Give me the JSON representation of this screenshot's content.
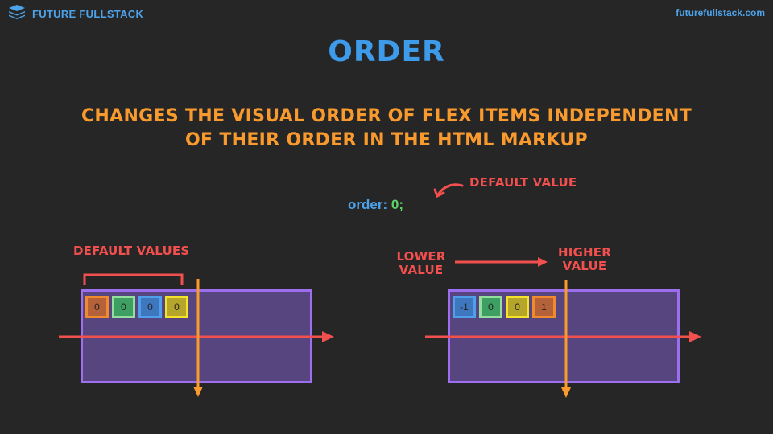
{
  "brand": {
    "name": "FUTURE FULLSTACK",
    "url": "futurefullstack.com"
  },
  "title": "ORDER",
  "subtitle_lines": [
    "CHANGES THE VISUAL ORDER OF FLEX ITEMS INDEPENDENT",
    "OF THEIR ORDER IN THE HTML MARKUP"
  ],
  "code": {
    "property": "order:",
    "value": "0;"
  },
  "notes": {
    "default_value": "DEFAULT VALUE",
    "default_values": "DEFAULT VALUES",
    "lower": "LOWER",
    "lower_value": "VALUE",
    "higher": "HIGHER",
    "higher_value": "VALUE"
  },
  "left_items": [
    {
      "label": "0",
      "fill": "#b5623a",
      "border": "#f08a2c"
    },
    {
      "label": "0",
      "fill": "#3d9f62",
      "border": "#96dda0"
    },
    {
      "label": "0",
      "fill": "#3f77bf",
      "border": "#4f9fea"
    },
    {
      "label": "0",
      "fill": "#b5a52a",
      "border": "#f3e42a"
    }
  ],
  "right_items": [
    {
      "label": "-1",
      "fill": "#3f77bf",
      "border": "#4f9fea"
    },
    {
      "label": "0",
      "fill": "#3d9f62",
      "border": "#96dda0"
    },
    {
      "label": "0",
      "fill": "#b5a52a",
      "border": "#f3e42a"
    },
    {
      "label": "1",
      "fill": "#b5623a",
      "border": "#f08a2c"
    }
  ],
  "colors": {
    "main_axis": "#f24f4f",
    "cross_axis": "#f99a2e",
    "container_fill": "#56457f",
    "container_border": "#9d6ff0",
    "annotation": "#f24f4f"
  }
}
